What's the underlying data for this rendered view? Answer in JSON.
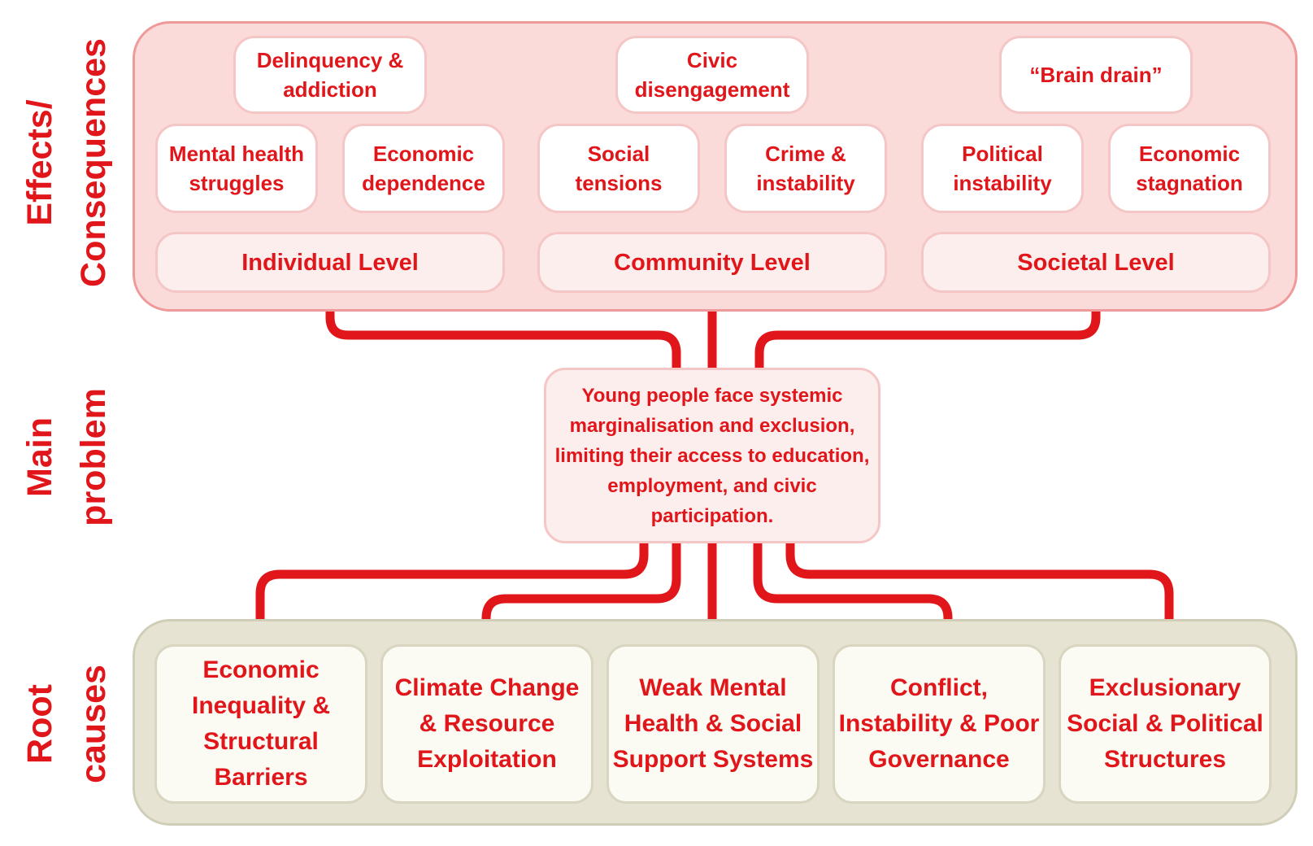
{
  "side_labels": {
    "effects": {
      "line1": "Effects/",
      "line2": "Consequences"
    },
    "problem": {
      "line1": "Main",
      "line2": "problem"
    },
    "causes": {
      "line1": "Root",
      "line2": "causes"
    }
  },
  "effects": {
    "individual": {
      "level": "Individual Level",
      "top": "Delinquency &\naddiction",
      "left": "Mental health\nstruggles",
      "right": "Economic\ndependence"
    },
    "community": {
      "level": "Community Level",
      "top": "Civic\ndisengagement",
      "left": "Social\ntensions",
      "right": "Crime &\ninstability"
    },
    "societal": {
      "level": "Societal Level",
      "top": "“Brain drain”",
      "left": "Political\ninstability",
      "right": "Economic\nstagnation"
    }
  },
  "main_problem": "Young people face systemic\nmarginalisation and exclusion,\nlimiting their access to education,\nemployment, and civic\nparticipation.",
  "root_causes": [
    "Economic\nInequality &\nStructural\nBarriers",
    "Climate Change\n& Resource\nExploitation",
    "Weak Mental\nHealth & Social\nSupport Systems",
    "Conflict,\nInstability & Poor\nGovernance",
    "Exclusionary\nSocial & Political\nStructures"
  ],
  "colors": {
    "accent": "#e0161b",
    "effects_panel": "#fbdada",
    "causes_panel": "#e6e3d3"
  }
}
